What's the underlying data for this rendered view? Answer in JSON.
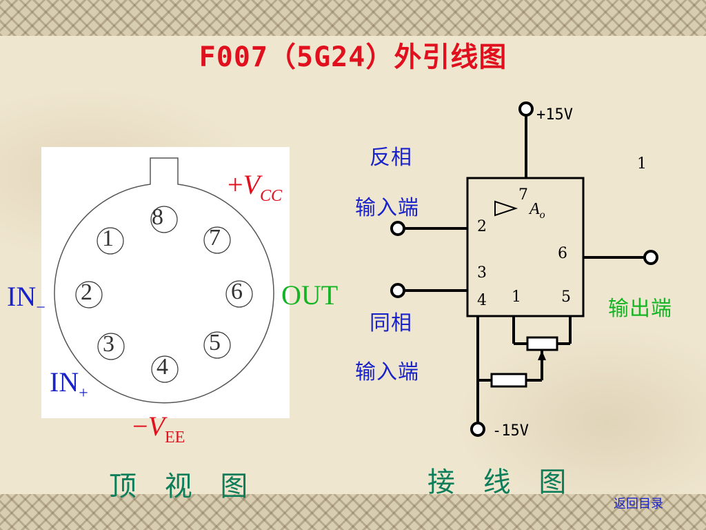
{
  "title": "F007（5G24）外引线图",
  "top_view": {
    "pins": [
      "8",
      "1",
      "7",
      "2",
      "6",
      "3",
      "5",
      "4"
    ],
    "vcc_prefix": "+",
    "vcc_main": "V",
    "vcc_sub": "CC",
    "vee_prefix": "−",
    "vee_main": "V",
    "vee_sub": "EE",
    "in_minus_main": "IN",
    "in_minus_sub": "−",
    "in_plus_main": "IN",
    "in_plus_sub": "+",
    "out": "OUT",
    "caption": "顶 视 图"
  },
  "wiring": {
    "plus15": "+15V",
    "minus15": "-15V",
    "inv_line1": "反相",
    "inv_line2": "输入端",
    "noninv_line1": "同相",
    "noninv_line2": "输入端",
    "output": "输出端",
    "pin_2": "2",
    "pin_3": "3",
    "pin_4": "4",
    "pin_1": "1",
    "pin_5": "5",
    "pin_6": "6",
    "pin_7": "7",
    "stray_1": "1",
    "ao_main": "A",
    "ao_sub": "o",
    "caption": "接 线 图"
  },
  "nav": {
    "back": "返回目录"
  },
  "colors": {
    "title": "#e0101e",
    "blue": "#1a22c9",
    "green": "#14b424",
    "teal": "#0d7d5a",
    "red": "#e0101e"
  }
}
